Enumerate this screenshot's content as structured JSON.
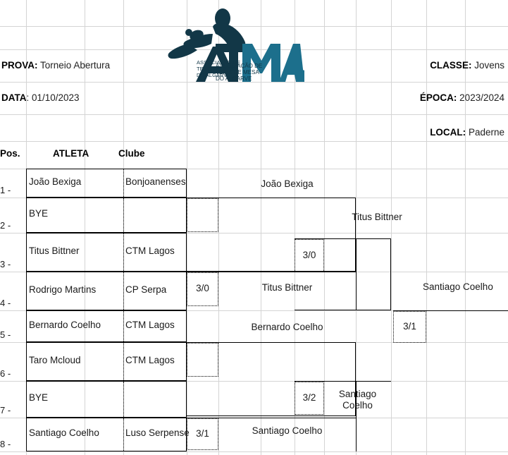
{
  "meta": {
    "prova_label": "PROVA:",
    "prova_value": "Torneio Abertura",
    "data_label": "DATA",
    "data_value": ": 01/10/2023",
    "classe_label": "CLASSE:",
    "classe_value": "Jovens",
    "epoca_label": "ÉPOCA:",
    "epoca_value": "2023/2024",
    "local_label": "LOCAL:",
    "local_value": "Paderne"
  },
  "logo": {
    "acronym": "ATMA.",
    "line1": "ASSOCIAÇÃO DE",
    "line2": "TENIS DE MESA",
    "line3": "DO ALGARVE",
    "dark_color": "#123747",
    "teal_color": "#1c6f8c"
  },
  "columns": {
    "pos": "Pos.",
    "atleta": "ATLETA",
    "clube": "Clube"
  },
  "chart_data": {
    "type": "table",
    "title": "Torneio Abertura — Jovens",
    "round1": [
      {
        "seed": "1 -",
        "player": "João Bexiga",
        "club": "Bonjoanenses"
      },
      {
        "seed": "2 -",
        "player": "BYE",
        "club": ""
      },
      {
        "seed": "3 -",
        "player": "Titus Bittner",
        "club": "CTM Lagos"
      },
      {
        "seed": "4 -",
        "player": "Rodrigo Martins",
        "club": "CP Serpa"
      },
      {
        "seed": "5 -",
        "player": "Bernardo Coelho",
        "club": "CTM Lagos"
      },
      {
        "seed": "6 -",
        "player": "Taro Mcloud",
        "club": "CTM Lagos"
      },
      {
        "seed": "7 -",
        "player": "BYE",
        "club": ""
      },
      {
        "seed": "8 -",
        "player": "Santiago Coelho",
        "club": "Luso Serpense"
      }
    ],
    "round2": [
      {
        "winner": "João Bexiga",
        "score": ""
      },
      {
        "winner": "Titus Bittner",
        "score": "3/0"
      },
      {
        "winner": "Bernardo Coelho",
        "score": ""
      },
      {
        "winner": "Santiago Coelho",
        "score": "3/1"
      }
    ],
    "round3": [
      {
        "winner": "Titus Bittner",
        "score": "3/0"
      },
      {
        "winner": "Santiago Coelho",
        "score": "3/2"
      }
    ],
    "final": [
      {
        "winner": "Santiago Coelho",
        "score": "3/1"
      }
    ]
  }
}
